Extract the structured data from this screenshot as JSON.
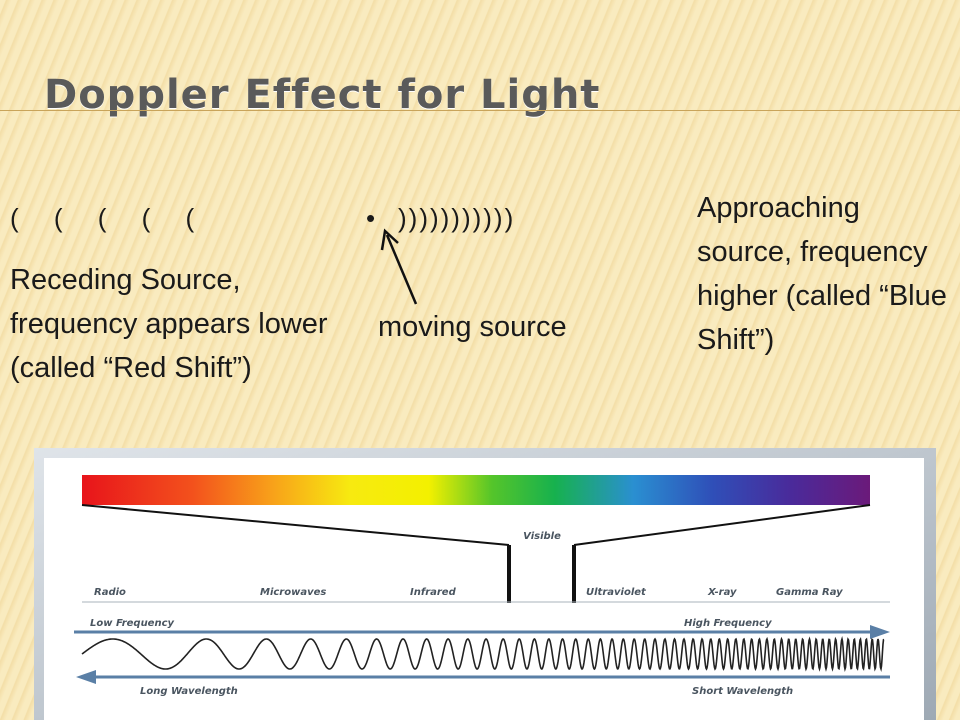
{
  "slide": {
    "title": "Doppler Effect for Light",
    "left_waves": "( ( ( ( (",
    "source_dot": "•",
    "right_waves": ")))))))))))",
    "receding_text": "Receding Source, frequency appears lower (called “Red Shift”)",
    "approaching_text": "Approaching source, frequency higher (called “Blue Shift”)",
    "moving_label": "moving source"
  },
  "diagram": {
    "visible_label": "Visible",
    "bands": [
      "Radio",
      "Microwaves",
      "Infrared",
      "Ultraviolet",
      "X-ray",
      "Gamma Ray"
    ],
    "low_frequency": "Low Frequency",
    "high_frequency": "High Frequency",
    "long_wavelength": "Long Wavelength",
    "short_wavelength": "Short Wavelength",
    "colors": {
      "frame": "#b3bcc5",
      "panel": "#ffffff",
      "arrow": "#5a7fa6",
      "label": "#4a5560"
    }
  }
}
